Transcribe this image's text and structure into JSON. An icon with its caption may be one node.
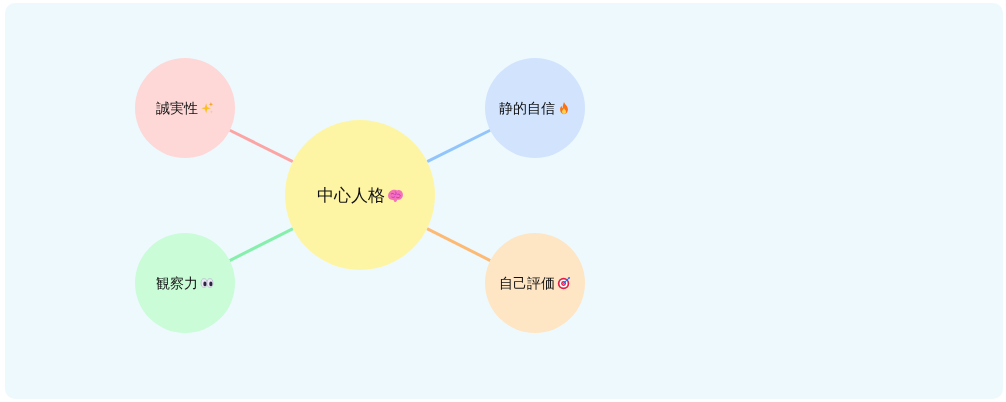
{
  "diagram": {
    "nodes": [
      {
        "text": [
          "中心人格"
        ]
      },
      {
        "text": [
          "誠実性"
        ]
      },
      {
        "text": [
          "静的自信"
        ]
      },
      {
        "text": [
          "観察力"
        ]
      },
      {
        "text": [
          "自己評価"
        ]
      }
    ],
    "edges": [
      {
        "from": 0,
        "to": 1,
        "arrow": "none",
        "color": "#fca5a5"
      },
      {
        "from": 0,
        "to": 2,
        "arrow": "none",
        "color": "#93c5fd"
      },
      {
        "from": 0,
        "to": 3,
        "arrow": "none",
        "color": "#86efac"
      },
      {
        "from": 0,
        "to": 4,
        "arrow": "none",
        "color": "#fdba74"
      }
    ]
  }
}
